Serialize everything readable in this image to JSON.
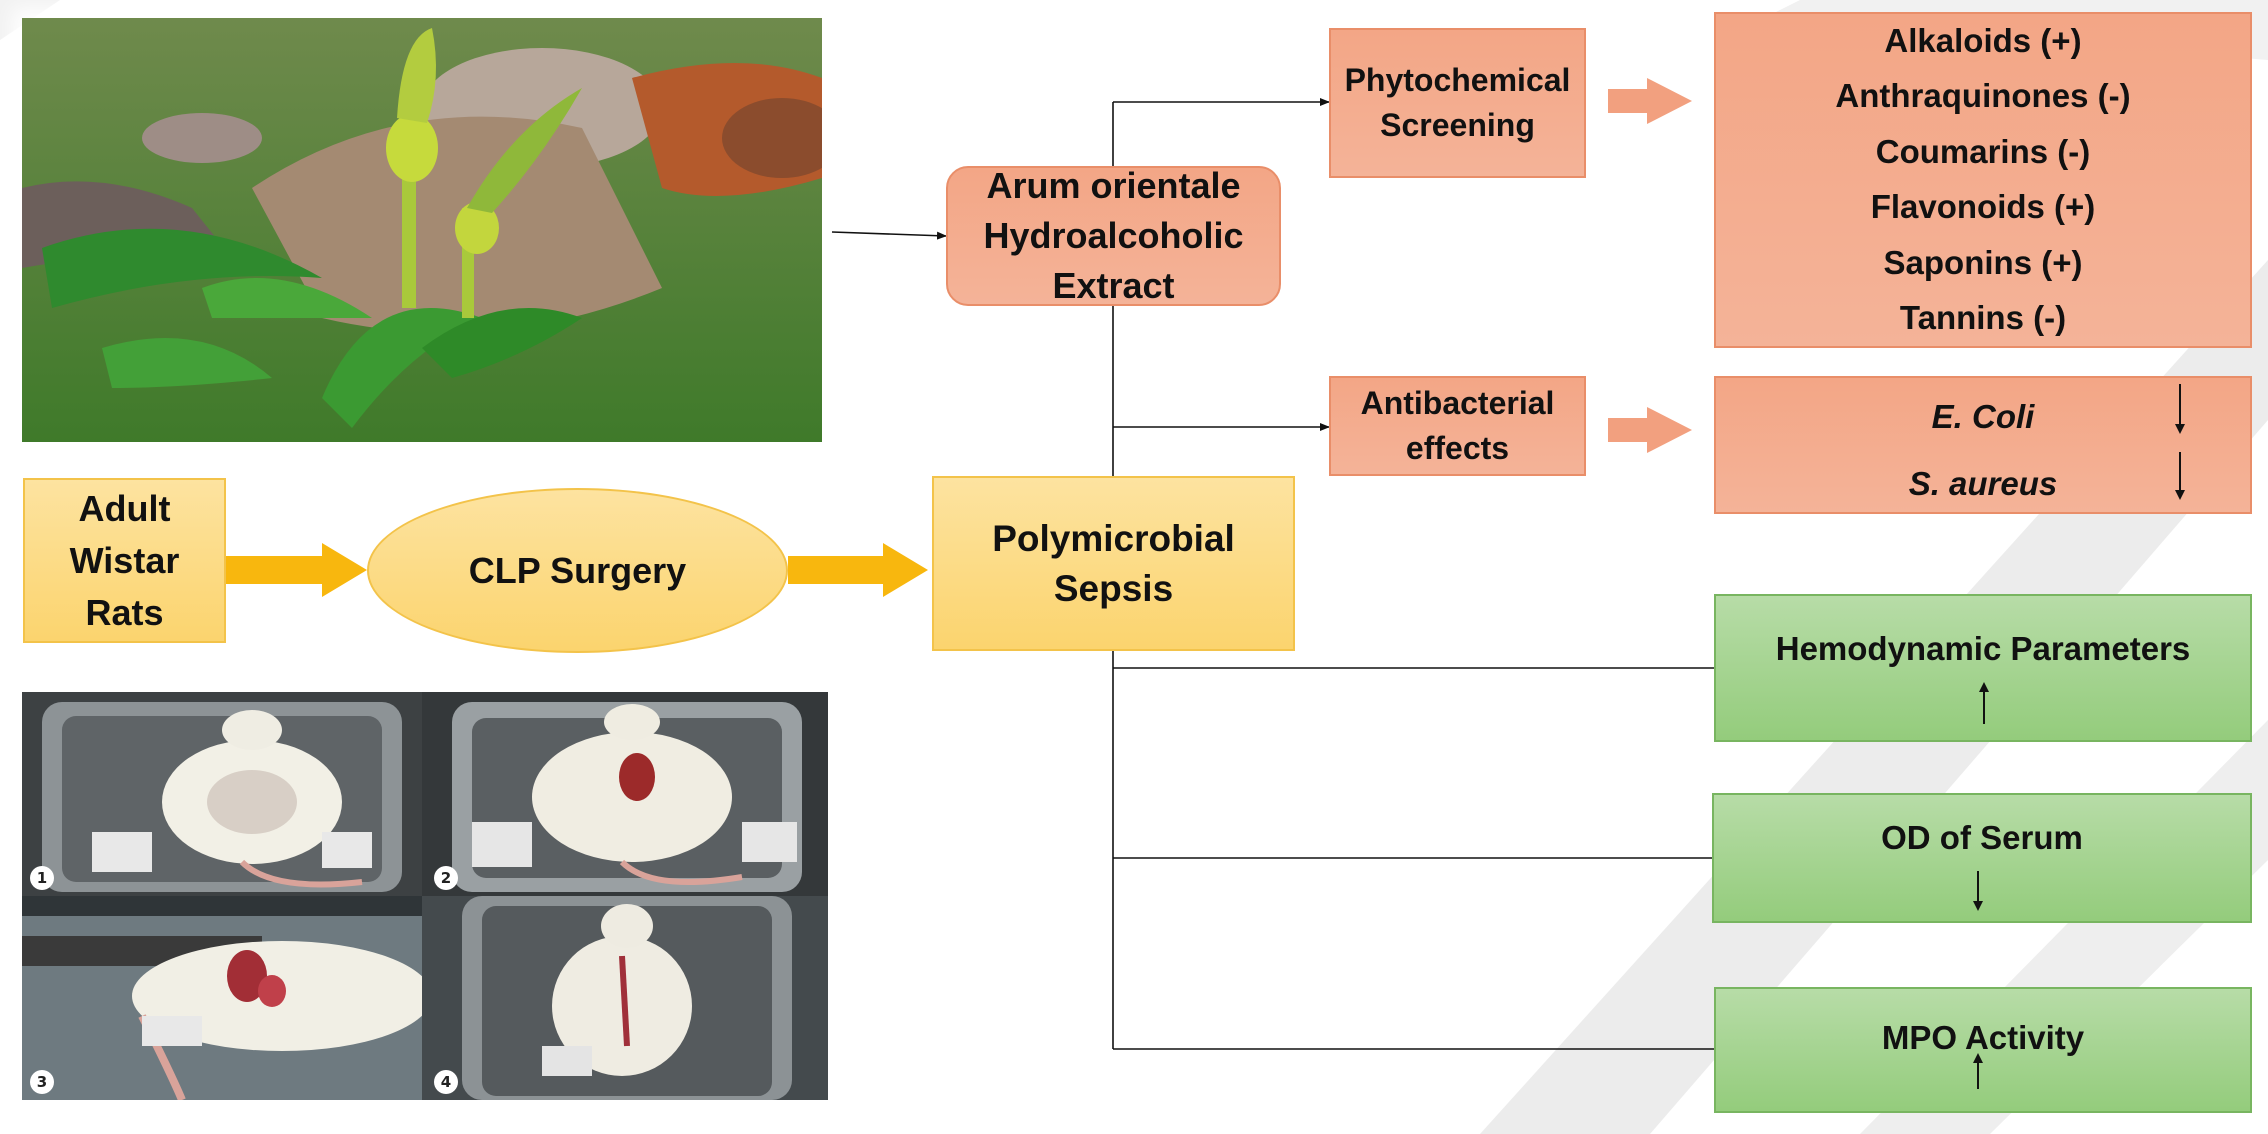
{
  "colors": {
    "yellow_fill": "#fbd46e",
    "orange_fill": "#f4ad8f",
    "green_fill": "#a5d490",
    "arrow_yellow": "#f8b70e",
    "arrow_orange": "#f2a07f",
    "line": "#111111"
  },
  "nodes": {
    "rats": "Adult Wistar Rats",
    "clp": "CLP Surgery",
    "sepsis": "Polymicrobial Sepsis",
    "extract": "Arum orientale Hydroalcoholic Extract",
    "phyto": "Phytochemical Screening",
    "antibacterial": "Antibacterial effects",
    "hemodynamic": "Hemodynamic Parameters",
    "od_serum": "OD of Serum",
    "mpo": "MPO Activity"
  },
  "phyto_results": [
    "Alkaloids (+)",
    "Anthraquinones (-)",
    "Coumarins (-)",
    "Flavonoids (+)",
    "Saponins (+)",
    "Tannins (-)"
  ],
  "antibacterial_results": [
    {
      "name": "E. Coli",
      "trend": "decrease"
    },
    {
      "name": "S. aureus",
      "trend": "decrease"
    }
  ],
  "outcome_trends": {
    "hemodynamic": "increase",
    "od_serum": "decrease",
    "mpo": "increase"
  },
  "surgery_photos": {
    "labels": [
      "1",
      "2",
      "3",
      "4"
    ],
    "icons": [
      "rat-on-tray-icon",
      "rat-incision-icon",
      "rat-cecum-exposed-icon",
      "rat-sutured-icon"
    ]
  },
  "plant_photo": {
    "icon": "arum-plant-photo-icon"
  }
}
